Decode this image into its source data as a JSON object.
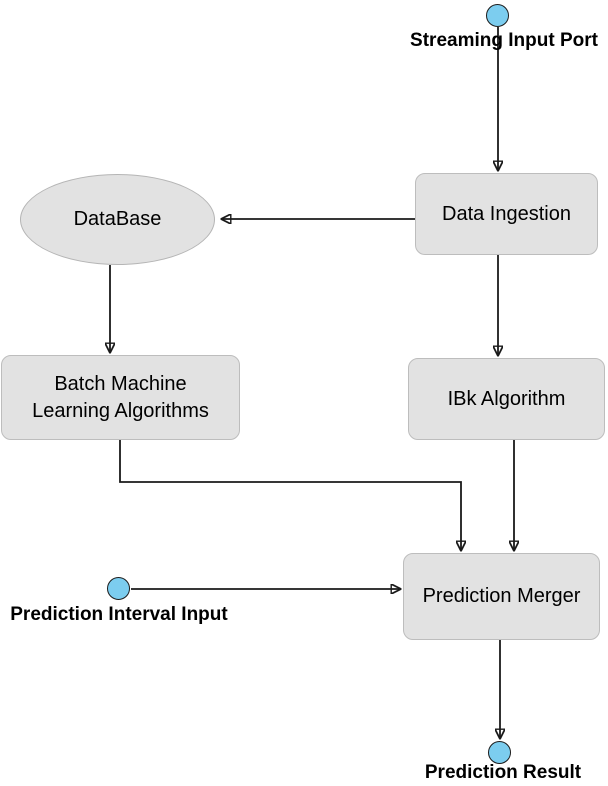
{
  "diagram": {
    "nodes": {
      "streaming_input_port": {
        "label": "Streaming Input Port",
        "shape": "circle"
      },
      "data_ingestion": {
        "label": "Data Ingestion",
        "shape": "rounded-rect"
      },
      "database": {
        "label": "DataBase",
        "shape": "ellipse"
      },
      "batch_ml_algorithms": {
        "label": "Batch Machine Learning Algorithms",
        "shape": "rounded-rect"
      },
      "ibk_algorithm": {
        "label": "IBk Algorithm",
        "shape": "rounded-rect"
      },
      "prediction_interval_input": {
        "label": "Prediction Interval Input",
        "shape": "circle"
      },
      "prediction_merger": {
        "label": "Prediction Merger",
        "shape": "rounded-rect"
      },
      "prediction_result": {
        "label": "Prediction Result",
        "shape": "circle"
      }
    },
    "edges": [
      {
        "from": "streaming_input_port",
        "to": "data_ingestion"
      },
      {
        "from": "data_ingestion",
        "to": "database"
      },
      {
        "from": "database",
        "to": "batch_ml_algorithms"
      },
      {
        "from": "data_ingestion",
        "to": "ibk_algorithm"
      },
      {
        "from": "batch_ml_algorithms",
        "to": "prediction_merger"
      },
      {
        "from": "ibk_algorithm",
        "to": "prediction_merger"
      },
      {
        "from": "prediction_interval_input",
        "to": "prediction_merger"
      },
      {
        "from": "prediction_merger",
        "to": "prediction_result"
      }
    ],
    "colors": {
      "node_fill": "#e2e2e2",
      "node_border": "#bdbdbd",
      "port_fill": "#7ccdef",
      "port_border": "#1c1c1c",
      "arrow": "#1a1a1a",
      "text": "#000000"
    }
  }
}
